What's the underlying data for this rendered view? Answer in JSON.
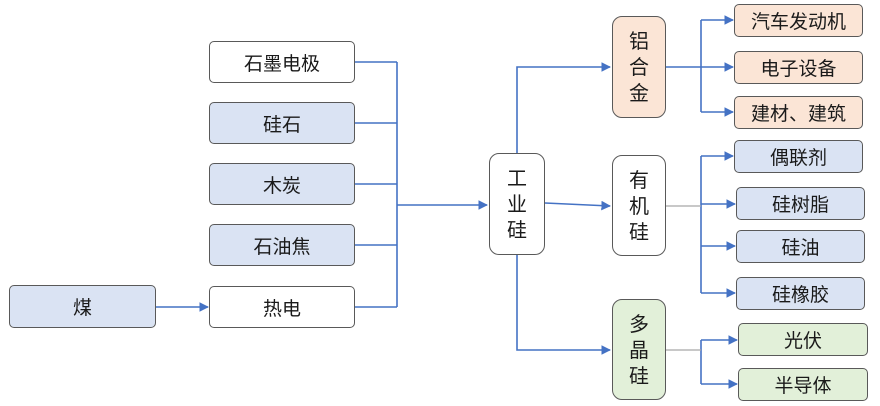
{
  "colors": {
    "edge": "#4472c4",
    "edge_light": "#a6a6a6",
    "border": "#595959",
    "blue_fill": "#dae3f3",
    "orange_fill": "#fbe5d6",
    "green_fill": "#e2f0d9"
  },
  "nodes": {
    "coal": "煤",
    "graphite_electrode": "石墨电极",
    "silica": "硅石",
    "charcoal": "木炭",
    "petroleum_coke": "石油焦",
    "thermal_power": "热电",
    "industrial_silicon": [
      "工",
      "业",
      "硅"
    ],
    "aluminum_alloy": [
      "铝",
      "合",
      "金"
    ],
    "organic_silicon": [
      "有",
      "机",
      "硅"
    ],
    "polysilicon": [
      "多",
      "晶",
      "硅"
    ],
    "auto_engine": "汽车发动机",
    "electronics": "电子设备",
    "construction": "建材、建筑",
    "coupling_agent": "偶联剂",
    "silicone_resin": "硅树脂",
    "silicone_oil": "硅油",
    "silicone_rubber": "硅橡胶",
    "photovoltaic": "光伏",
    "semiconductor": "半导体"
  }
}
